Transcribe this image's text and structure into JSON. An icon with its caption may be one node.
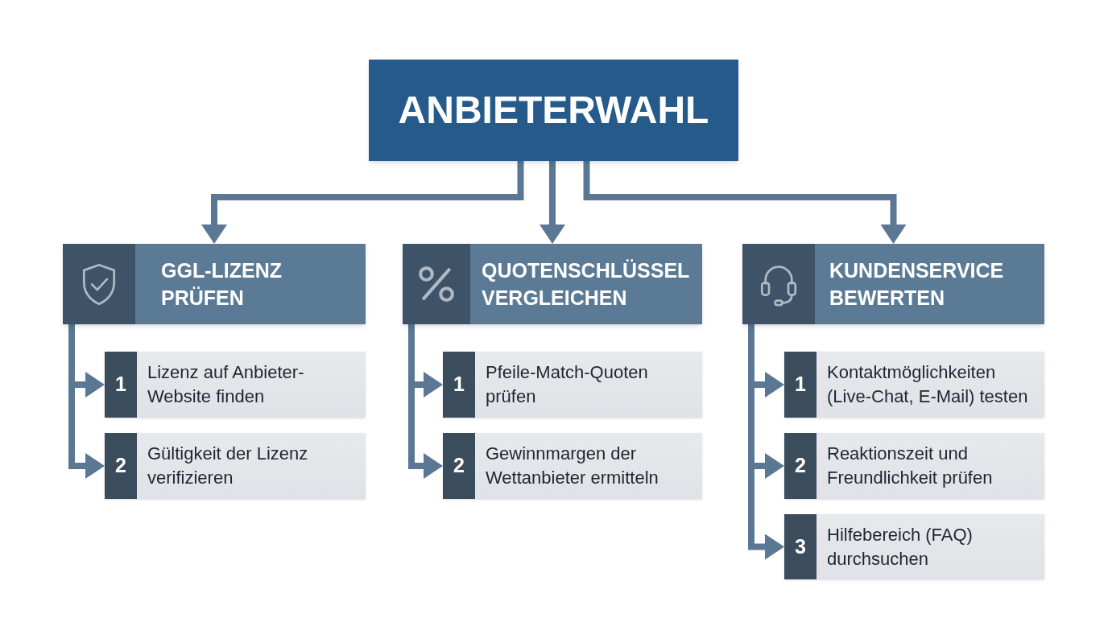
{
  "diagram": {
    "nodes": [
      {
        "text": [
          "ANBIETERWAHL"
        ]
      },
      {
        "text": [
          "GGL-LIZENZ PRÜFEN"
        ]
      },
      {
        "text": [
          "1",
          "Lizenz auf Anbieter-Website finden"
        ]
      },
      {
        "text": [
          "2",
          "Gültigkeit der Lizenz verifizieren"
        ]
      },
      {
        "text": [
          "QUOTENSCHLÜSSEL VERGLEICHEN"
        ]
      },
      {
        "text": [
          "1",
          "Pfeile-Match-Quoten prüfen"
        ]
      },
      {
        "text": [
          "2",
          "Gewinnmargen der Wettanbieter ermitteln"
        ]
      },
      {
        "text": [
          "KUNDENSERVICE BEWERTEN"
        ]
      },
      {
        "text": [
          "1",
          "Kontaktmöglichkeiten (Live-Chat, E-Mail) testen"
        ]
      },
      {
        "text": [
          "2",
          "Reaktionszeit und Freundlichkeit prüfen"
        ]
      },
      {
        "text": [
          "3",
          "Hilfebereich (FAQ) durchsuchen"
        ]
      }
    ],
    "edges": [
      {
        "from": 0,
        "to": 1,
        "arrow": "to"
      },
      {
        "from": 0,
        "to": 4,
        "arrow": "to"
      },
      {
        "from": 0,
        "to": 7,
        "arrow": "to"
      },
      {
        "from": 1,
        "to": 2,
        "arrow": "to"
      },
      {
        "from": 1,
        "to": 3,
        "arrow": "to"
      },
      {
        "from": 4,
        "to": 5,
        "arrow": "to"
      },
      {
        "from": 4,
        "to": 6,
        "arrow": "to"
      },
      {
        "from": 7,
        "to": 8,
        "arrow": "to"
      },
      {
        "from": 7,
        "to": 9,
        "arrow": "to"
      },
      {
        "from": 7,
        "to": 10,
        "arrow": "to"
      }
    ]
  }
}
